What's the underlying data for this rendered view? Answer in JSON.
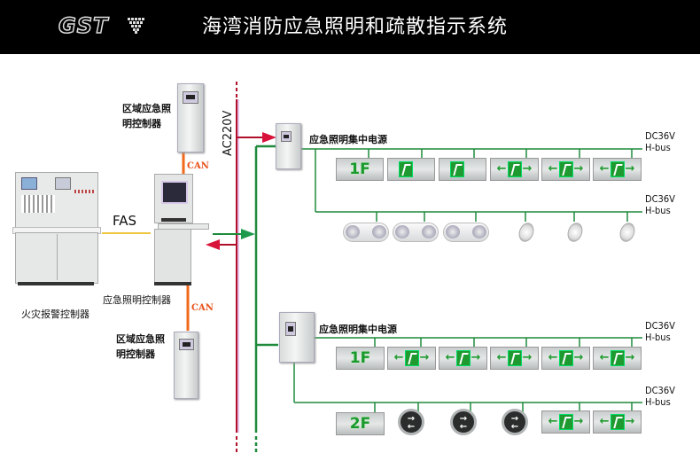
{
  "header": {
    "logo": "GST",
    "logo_icon": "checkered-diamond-icon",
    "title": "海湾消防应急照明和疏散指示系统"
  },
  "colors": {
    "header_bg": "#000000",
    "ac_line": "#b0102a",
    "bus_line": "#1e8a3c",
    "can_line": "#f26a1b",
    "fas_line": "#e8b400",
    "sign_green": "#1a9a2c"
  },
  "labels": {
    "fire_alarm_controller": "火灾报警控制器",
    "emergency_lighting_controller": "应急照明控制器",
    "regional_controller_top_line1": "区域应急照",
    "regional_controller_top_line2": "明控制器",
    "regional_controller_bottom_line1": "区域应急照",
    "regional_controller_bottom_line2": "明控制器",
    "fas": "FAS",
    "can_top": "CAN",
    "can_bottom": "CAN",
    "ac220v": "AC220V",
    "power_supply_1": "应急照明集中电源",
    "power_supply_2": "应急照明集中电源"
  },
  "buses": [
    {
      "voltage": "DC36V",
      "name": "H-bus"
    },
    {
      "voltage": "DC36V",
      "name": "H-bus"
    },
    {
      "voltage": "DC36V",
      "name": "H-bus"
    },
    {
      "voltage": "DC36V",
      "name": "H-bus"
    }
  ],
  "circuits": [
    {
      "floor": "1F",
      "devices": [
        "floor-sign 1F",
        "exit-sign",
        "exit-sign",
        "bidirectional-exit-sign",
        "bidirectional-exit-sign",
        "bidirectional-exit-sign"
      ]
    },
    {
      "floor": "1F",
      "devices": [
        "twin-head-emergency-light",
        "twin-head-emergency-light",
        "twin-head-emergency-light",
        "downlight",
        "downlight",
        "downlight"
      ]
    },
    {
      "floor": "1F",
      "devices": [
        "floor-sign 1F",
        "bidirectional-exit-sign",
        "bidirectional-exit-sign",
        "bidirectional-exit-sign",
        "bidirectional-exit-sign",
        "bidirectional-exit-sign"
      ]
    },
    {
      "floor": "2F",
      "devices": [
        "floor-sign 2F",
        "round-floor-direction-sign",
        "round-floor-direction-sign",
        "round-floor-direction-sign",
        "bidirectional-exit-sign",
        "bidirectional-exit-sign"
      ]
    }
  ],
  "floor_signs": {
    "f1": "1F",
    "f2": "2F"
  },
  "arrows": {
    "left": "←",
    "right": "→",
    "round_top": "➔",
    "round_bottom": "⬅"
  }
}
